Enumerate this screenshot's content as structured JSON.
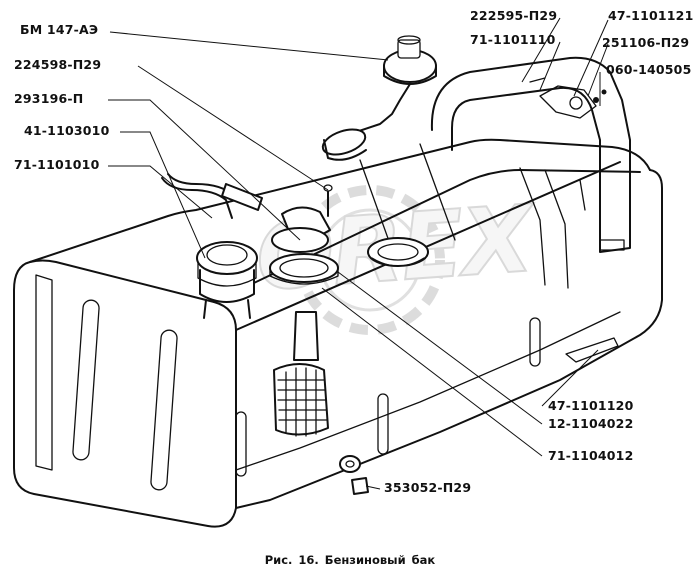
{
  "figure": {
    "caption": "Рис. 16. Бензиновый бак",
    "watermark_text": "OREX",
    "labels": {
      "bm147": "БМ 147-АЭ",
      "p224598": "224598-П29",
      "p293196": "293196-П",
      "p41_1103010": "41-1103010",
      "p71_1101010": "71-1101010",
      "p222595": "222595-П29",
      "p71_1101110": "71-1101110",
      "p47_1101121": "47-1101121",
      "p251106": "251106-П29",
      "p060_140505": "060-140505",
      "p47_1101120": "47-1101120",
      "p12_1104022": "12-1104022",
      "p71_1104012": "71-1104012",
      "p353052": "353052-П29"
    }
  }
}
